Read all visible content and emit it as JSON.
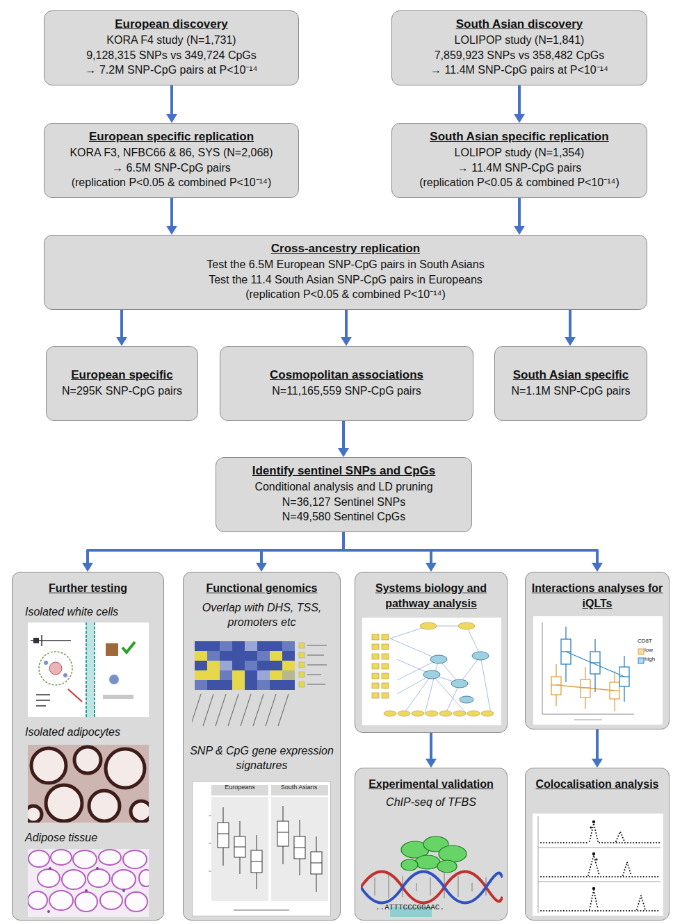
{
  "diagram": {
    "nodes": [
      {
        "text": [
          "European discovery",
          "KORA  F4 study (N=1,731)",
          "9,128,315 SNPs vs 349,724 CpGs",
          "→ 7.2M SNP-CpG pairs at P<10⁻¹⁴"
        ]
      },
      {
        "text": [
          "South Asian discovery",
          "LOLIPOP study (N=1,841)",
          "7,859,923 SNPs vs 358,482 CpGs",
          "→ 11.4M SNP-CpG pairs at P<10⁻¹⁴"
        ]
      },
      {
        "text": [
          "European specific replication",
          "KORA F3, NFBC66 & 86, SYS (N=2,068)",
          "→ 6.5M SNP-CpG pairs",
          "(replication P<0.05 & combined P<10⁻¹⁴)"
        ]
      },
      {
        "text": [
          "South Asian specific replication",
          "LOLIPOP study (N=1,354)",
          "→ 11.4M SNP-CpG pairs",
          "(replication P<0.05 & combined P<10⁻¹⁴)"
        ]
      },
      {
        "text": [
          "Cross-ancestry replication",
          "Test the 6.5M European SNP-CpG pairs in South Asians",
          "Test the 11.4 South Asian SNP-CpG pairs in Europeans",
          "(replication P<0.05 & combined P<10⁻¹⁴)"
        ]
      },
      {
        "text": [
          "European specific",
          "N=295K SNP-CpG pairs"
        ]
      },
      {
        "text": [
          "Cosmopolitan associations",
          "N=11,165,559 SNP-CpG pairs"
        ]
      },
      {
        "text": [
          "South Asian specific",
          "N=1.1M SNP-CpG pairs"
        ]
      },
      {
        "text": [
          "Identify sentinel SNPs and CpGs",
          "Conditional analysis and LD pruning",
          "N=36,127 Sentinel SNPs",
          "N=49,580 Sentinel CpGs"
        ]
      },
      {
        "text": [
          "Further testing",
          "Isolated white cells",
          "Isolated adipocytes",
          "Adipose tissue"
        ]
      },
      {
        "text": [
          "Functional genomics",
          "Overlap with DHS, TSS, promoters etc",
          "SNP & CpG gene expression signatures"
        ]
      },
      {
        "text": [
          "Systems biology and pathway analysis"
        ]
      },
      {
        "text": [
          "Interactions analyses for iQLTs"
        ]
      },
      {
        "text": [
          "Experimental validation",
          "ChIP-seq  of TFBS"
        ]
      },
      {
        "text": [
          "Colocalisation analysis"
        ]
      }
    ],
    "edges": [
      {
        "from": 0,
        "to": 2,
        "arrow": "to"
      },
      {
        "from": 1,
        "to": 3,
        "arrow": "to"
      },
      {
        "from": 2,
        "to": 4,
        "arrow": "to"
      },
      {
        "from": 3,
        "to": 4,
        "arrow": "to"
      },
      {
        "from": 4,
        "to": 5,
        "arrow": "to"
      },
      {
        "from": 4,
        "to": 6,
        "arrow": "to"
      },
      {
        "from": 4,
        "to": 7,
        "arrow": "to"
      },
      {
        "from": 6,
        "to": 8,
        "arrow": "to"
      },
      {
        "from": 8,
        "to": 9,
        "arrow": "to"
      },
      {
        "from": 8,
        "to": 10,
        "arrow": "to"
      },
      {
        "from": 8,
        "to": 11,
        "arrow": "to"
      },
      {
        "from": 8,
        "to": 12,
        "arrow": "to"
      },
      {
        "from": 11,
        "to": 13,
        "arrow": "to"
      },
      {
        "from": 12,
        "to": 14,
        "arrow": "to"
      }
    ],
    "labels": [
      "Europeans",
      "South Asians",
      "CD8T",
      "low",
      "high",
      "..ATTTCCCGGAAC."
    ]
  }
}
